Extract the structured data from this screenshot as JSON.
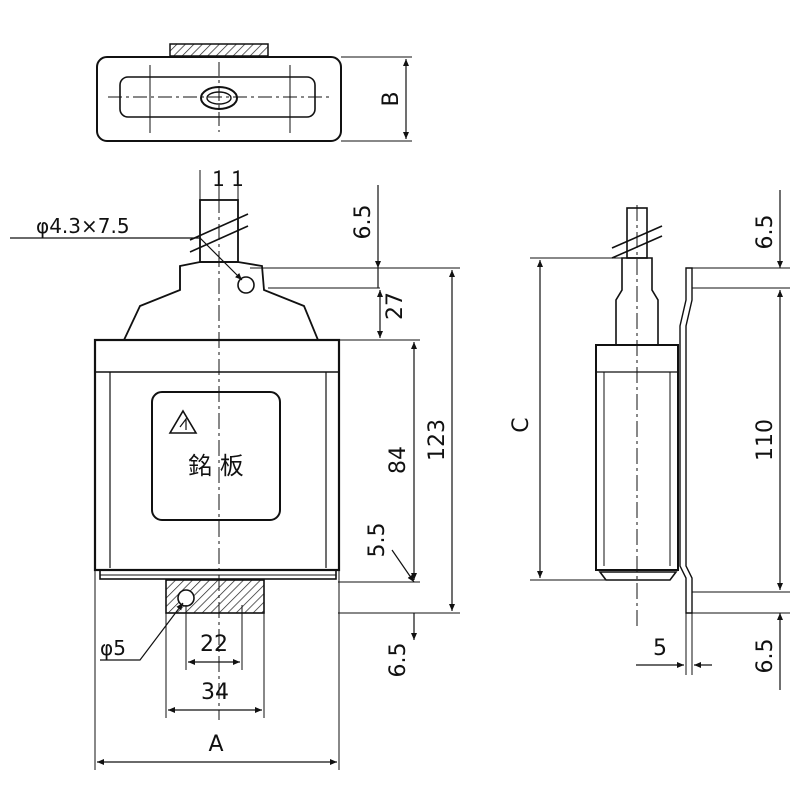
{
  "drawing": {
    "top_view": {
      "dim_label": "B"
    },
    "front_view": {
      "top_gap_label": "1 1",
      "hole_note": "φ4.3×7.5",
      "pin_note": "φ5",
      "plate_label": "銘 板",
      "warning_symbol": "warning-triangle",
      "dims": {
        "d_6_5_top": "6.5",
        "d_27": "27",
        "d_84": "84",
        "d_123": "123",
        "d_5_5": "5.5",
        "d_6_5_bottom": "6.5",
        "d_22": "22",
        "d_34": "34",
        "d_A": "A"
      }
    },
    "side_view": {
      "dims": {
        "d_C": "C",
        "d_6_5_top": "6.5",
        "d_110": "110",
        "d_5": "5",
        "d_6_5_bottom": "6.5"
      }
    }
  }
}
